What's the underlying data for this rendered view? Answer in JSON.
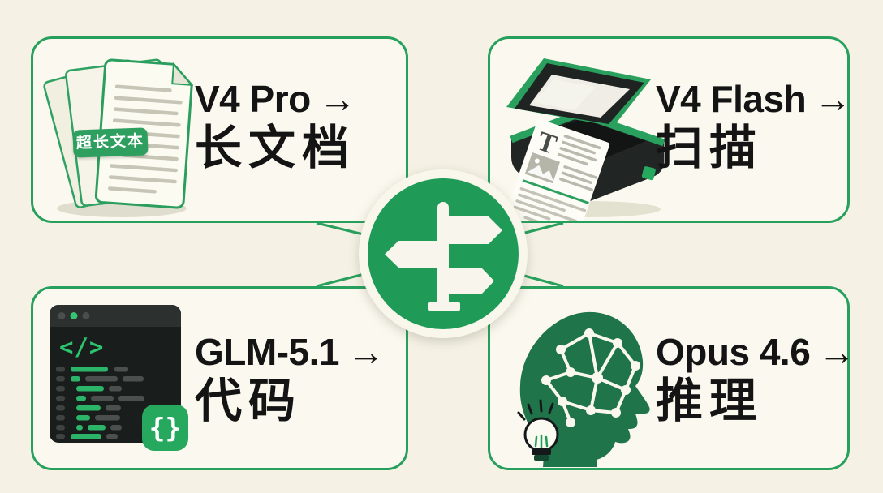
{
  "ui": {
    "arrow_glyph": "→"
  },
  "hub": {
    "icon": "signpost-icon",
    "shape": "green-circle"
  },
  "palette": {
    "background": "#f5f2e5",
    "card_fill": "#fbf9ef",
    "border_green": "#28a05d",
    "hub_green": "#1f9b57",
    "head_green": "#20744a",
    "text_dark": "#141414",
    "editor_bg": "#191d1c",
    "editor_header": "#2c302e",
    "code_green": "#2cc46f",
    "code_gray": "#4b504e",
    "doc_line_gray": "#c6c5b6",
    "badge_green": "#2f9f5f"
  },
  "cards": [
    {
      "id": "long-document",
      "model": "V4 Pro",
      "task": "长文档",
      "illustration": "document-stack",
      "badge": "超长文本"
    },
    {
      "id": "scan",
      "model": "V4 Flash",
      "task": "扫描",
      "illustration": "scanner",
      "paper_letter": "T"
    },
    {
      "id": "code",
      "model": "GLM-5.1",
      "task": "代码",
      "illustration": "code-editor",
      "window_glyph": "</>",
      "badge": "{}"
    },
    {
      "id": "reasoning",
      "model": "Opus 4.6",
      "task": "推理",
      "illustration": "head-network"
    }
  ]
}
